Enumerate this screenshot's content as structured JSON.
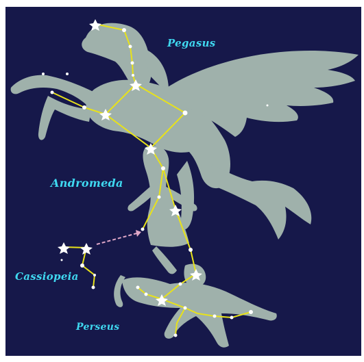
{
  "labels": {
    "pegasus": "Pegasus",
    "andromeda": "Andromeda",
    "cassiopeia": "Cassiopeia",
    "perseus": "Perseus"
  },
  "colors": {
    "sky": "#16184a",
    "figure": "#9fb1ab",
    "figure_shade": "#8a9d97",
    "constellation_line": "#e8e21a",
    "star": "#ffffff",
    "label": "#3fd8f0",
    "arrow": "#e0a8c8"
  }
}
